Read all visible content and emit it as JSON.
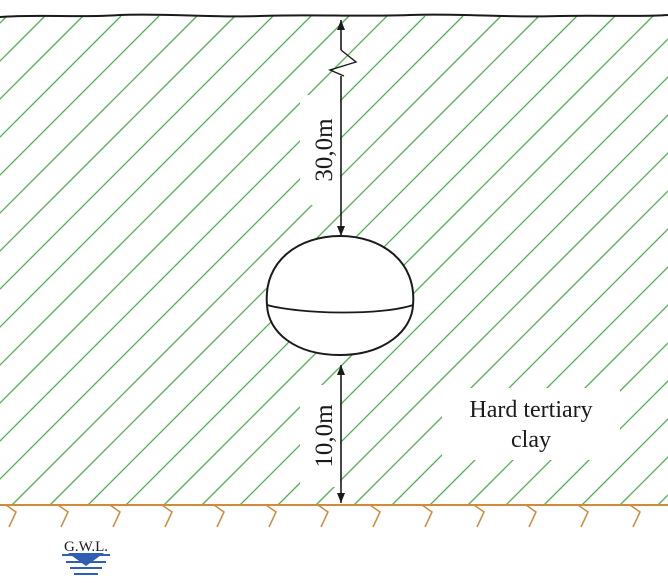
{
  "diagram": {
    "depth_to_top": "30,0m",
    "depth_below": "10,0m",
    "soil_label_line1": "Hard tertiary",
    "soil_label_line2": "clay",
    "gwl_label": "G.W.L."
  },
  "colors": {
    "hatch": "#4caf50",
    "ground_line": "#1a1a1a",
    "clay_base": "#d08a3a",
    "water": "#2f5fb3",
    "ink": "#1a1a1a"
  }
}
